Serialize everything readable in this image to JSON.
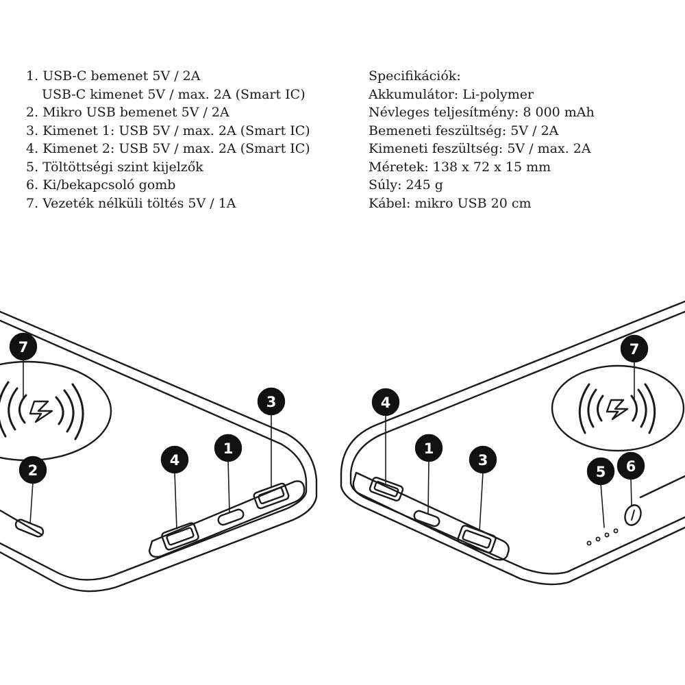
{
  "features": [
    {
      "num": "1.",
      "text": "USB-C bemenet 5V / 2A"
    },
    {
      "num": "",
      "text": "USB-C kimenet 5V / max. 2A (Smart IC)"
    },
    {
      "num": "2.",
      "text": "Mikro USB bemenet 5V / 2A"
    },
    {
      "num": "3.",
      "text": "Kimenet 1: USB 5V / max. 2A (Smart IC)"
    },
    {
      "num": "4.",
      "text": "Kimenet 2: USB 5V / max. 2A (Smart IC)"
    },
    {
      "num": "5.",
      "text": "Töltöttségi szint kijelzők"
    },
    {
      "num": "6.",
      "text": "Ki/bekapcsoló gomb"
    },
    {
      "num": "7.",
      "text": "Vezeték nélküli töltés 5V / 1A"
    }
  ],
  "specs": {
    "title": "Specifikációk:",
    "items": [
      "Akkumulátor: Li-polymer",
      "Névleges teljesítmény: 8 000 mAh",
      "Bemeneti feszültség: 5V / 2A",
      "Kimeneti feszültség: 5V / max. 2A",
      "Méretek: 138 x 72 x 15 mm",
      "Súly: 245 g",
      "Kábel: mikro USB 20 cm"
    ]
  },
  "diagram": {
    "left_view": {
      "badges": [
        "7",
        "2",
        "4",
        "1",
        "3"
      ],
      "wireless_icon": "wireless-charging-icon"
    },
    "right_view": {
      "badges": [
        "7",
        "4",
        "1",
        "3",
        "5",
        "6"
      ],
      "wireless_icon": "wireless-charging-icon"
    },
    "colors": {
      "line": "#1a1a1a",
      "badge": "#111111"
    }
  }
}
